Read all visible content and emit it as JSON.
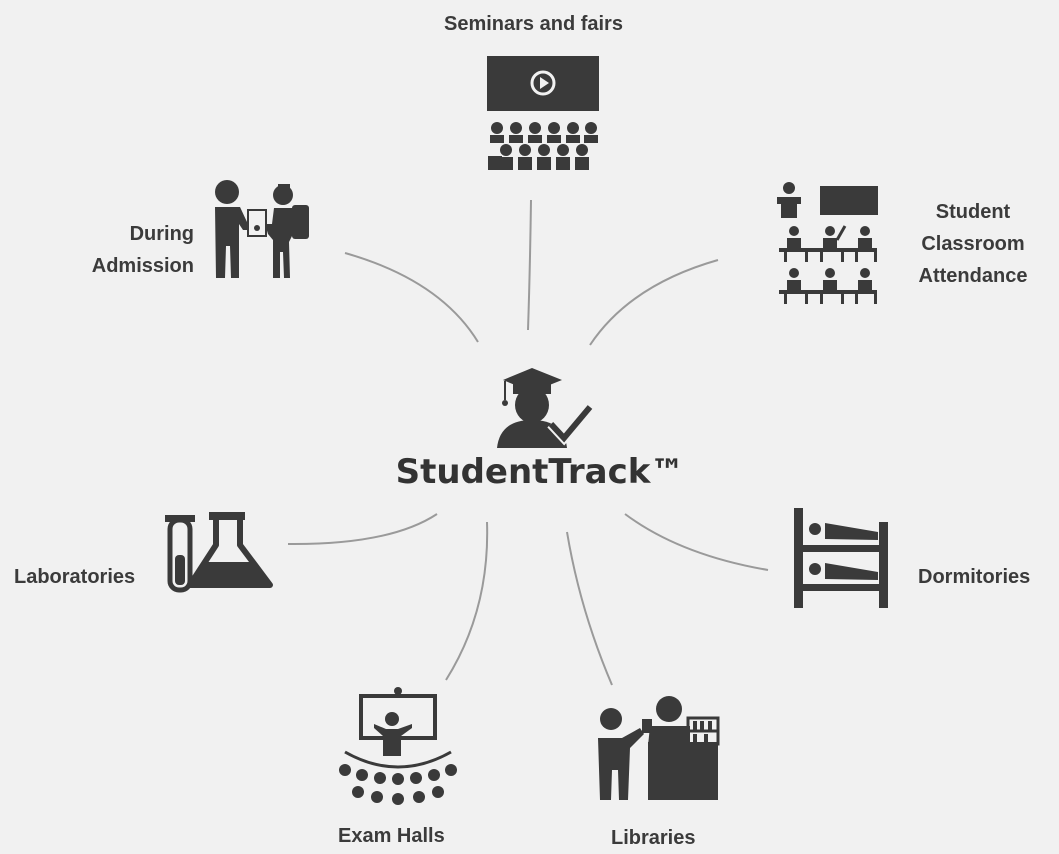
{
  "center": {
    "title": "StudentTrack™",
    "icon": "graduate-check-icon"
  },
  "nodes": {
    "seminars": {
      "label": "Seminars and fairs",
      "icon": "seminar-audience-icon"
    },
    "admission": {
      "line1": "During",
      "line2": "Admission",
      "icon": "admission-handover-icon"
    },
    "attendance": {
      "line1": "Student",
      "line2": "Classroom",
      "line3": "Attendance",
      "icon": "classroom-icon"
    },
    "laboratories": {
      "label": "Laboratories",
      "icon": "lab-flask-icon"
    },
    "dormitories": {
      "label": "Dormitories",
      "icon": "bunk-bed-icon"
    },
    "exam_halls": {
      "label": "Exam Halls",
      "icon": "exam-hall-icon"
    },
    "libraries": {
      "label": "Libraries",
      "icon": "library-desk-icon"
    }
  },
  "colors": {
    "background": "#f1f1f1",
    "icon": "#3a3a3a",
    "connector": "#9a9a9a"
  }
}
